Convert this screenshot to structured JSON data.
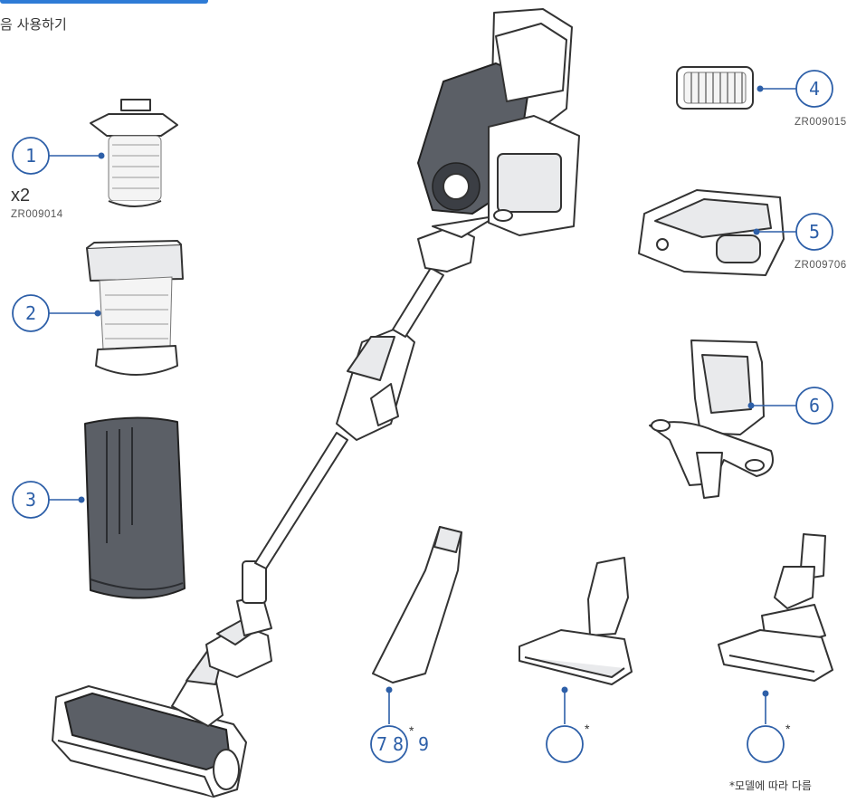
{
  "header": {
    "subtitle": "음 사용하기"
  },
  "callouts": [
    {
      "id": "1",
      "label": "1",
      "code": "ZR009014",
      "quantity": "x2"
    },
    {
      "id": "2",
      "label": "2"
    },
    {
      "id": "3",
      "label": "3"
    },
    {
      "id": "4",
      "label": "4",
      "code": "ZR009015"
    },
    {
      "id": "5",
      "label": "5",
      "code": "ZR009706"
    },
    {
      "id": "6",
      "label": "6"
    },
    {
      "id": "7",
      "label": "7",
      "asterisk": "*"
    },
    {
      "id": "8",
      "label": "8"
    },
    {
      "id": "9",
      "label": "9"
    }
  ],
  "blank_callouts": [
    {
      "asterisk": "*"
    },
    {
      "asterisk": "*"
    }
  ],
  "footnote": "*모델에 따라 다름",
  "colors": {
    "accent": "#2d5fa8",
    "outline": "#333333",
    "dark_part": "#5b5f66"
  }
}
